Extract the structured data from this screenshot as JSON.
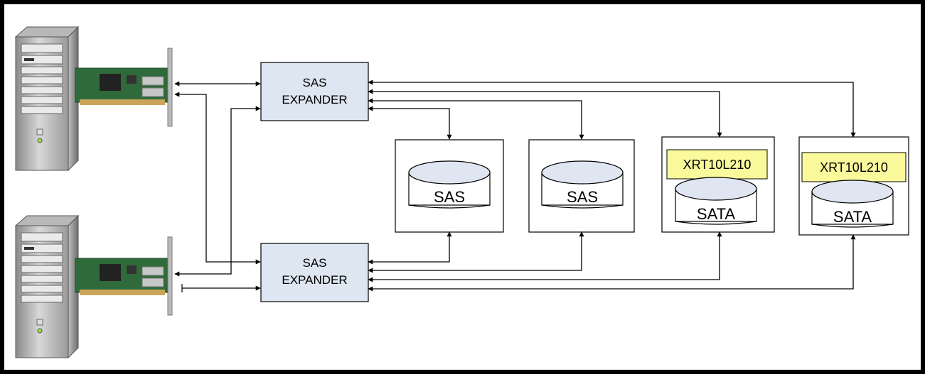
{
  "expanders": [
    {
      "line1": "SAS",
      "line2": "EXPANDER"
    },
    {
      "line1": "SAS",
      "line2": "EXPANDER"
    }
  ],
  "drives": [
    {
      "type": "SAS"
    },
    {
      "type": "SAS"
    },
    {
      "type": "SATA",
      "bridge": "XRT10L210"
    },
    {
      "type": "SATA",
      "bridge": "XRT10L210"
    }
  ],
  "colors": {
    "expander_fill": "#dde6f1",
    "bridge_fill": "#fafa9c",
    "cylinder_fill": "#dfe6f2",
    "frame": "#000000"
  }
}
